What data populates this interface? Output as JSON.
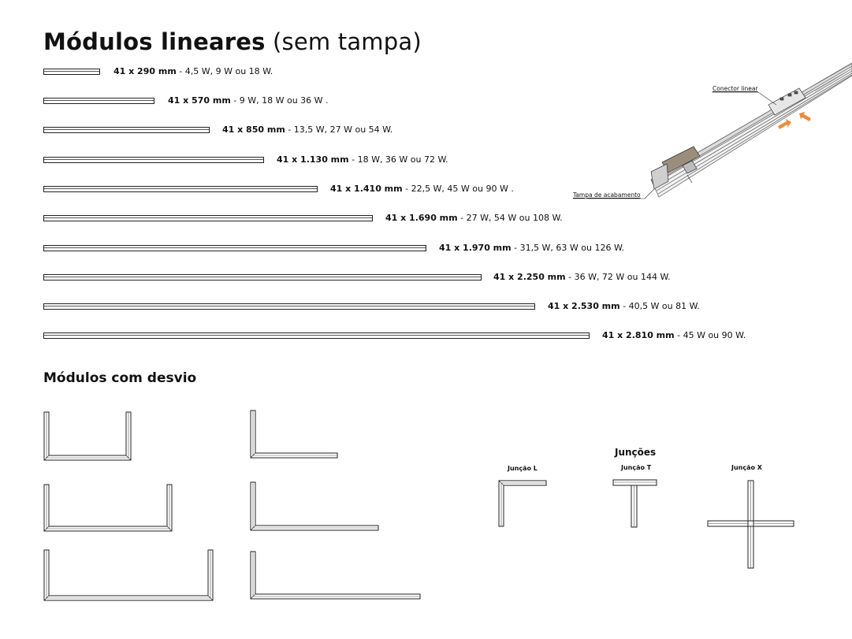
{
  "title": {
    "bold": "Módulos lineares",
    "normal": "(sem tampa)"
  },
  "modules": [
    {
      "dims": "41 x 290 mm",
      "power": " - 4,5 W, 9 W  ou 18 W."
    },
    {
      "dims": "41 x 570 mm",
      "power": " - 9 W, 18 W ou 36 W ."
    },
    {
      "dims": "41 x 850 mm",
      "power": " - 13,5 W, 27 W  ou 54 W."
    },
    {
      "dims": "41 x 1.130 mm",
      "power": " - 18 W, 36 W ou 72 W."
    },
    {
      "dims": "41 x 1.410 mm",
      "power": " - 22,5 W, 45 W ou 90 W ."
    },
    {
      "dims": "41 x 1.690 mm",
      "power": " - 27 W, 54 W ou 108 W."
    },
    {
      "dims": "41 x 1.970 mm",
      "power": " - 31,5 W, 63 W ou 126 W."
    },
    {
      "dims": "41 x 2.250 mm",
      "power": " - 36 W, 72 W ou 144 W."
    },
    {
      "dims": "41 x 2.530 mm",
      "power": " - 40,5 W ou 81 W."
    },
    {
      "dims": "41 x 2.810 mm",
      "power": " - 45 W ou 90 W."
    }
  ],
  "subtitle": "Módulos com desvio",
  "junctions": {
    "title": "Junções",
    "l": "Junção L",
    "t": "Junção T",
    "x": "Junção X"
  },
  "callouts": {
    "connector": "Conector linear",
    "end_cap": "Tampa de acabamento"
  },
  "colors": {
    "arrow": "#f08a3c",
    "line": "#222222"
  }
}
